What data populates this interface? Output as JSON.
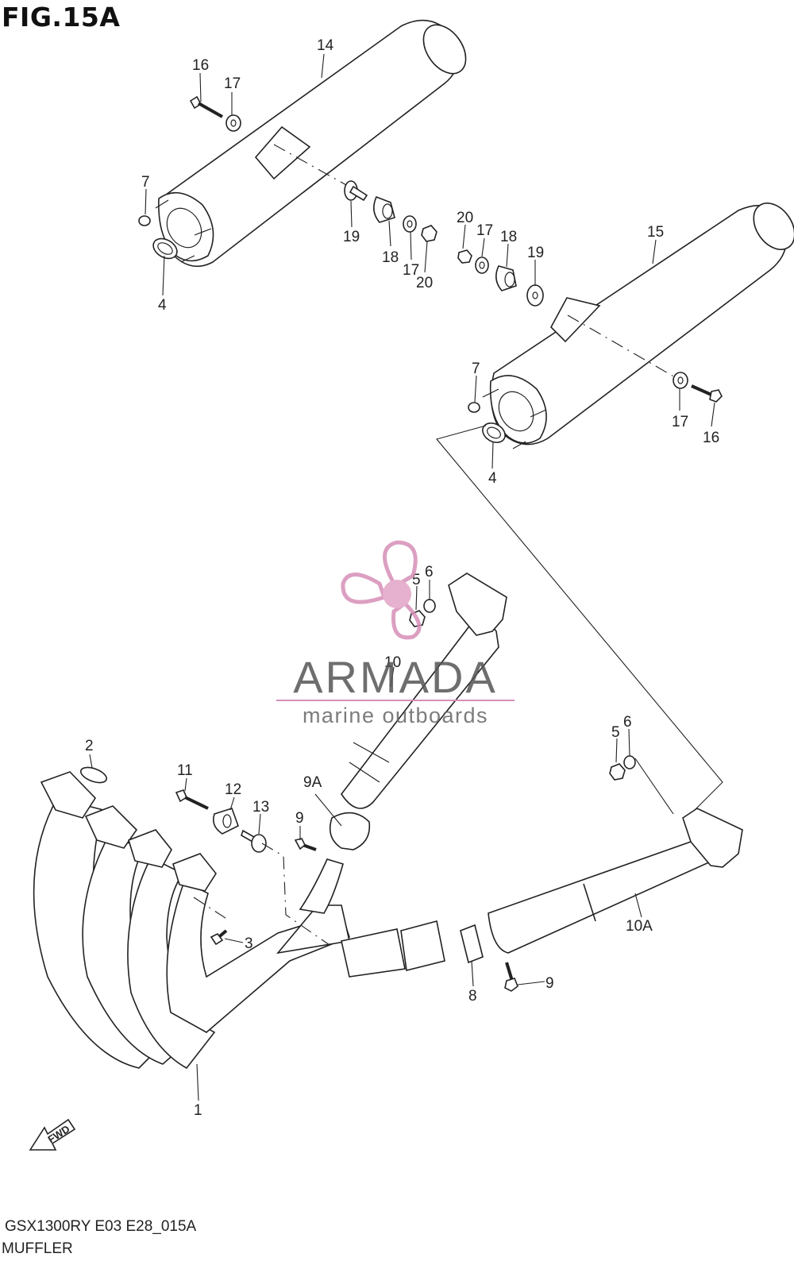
{
  "figure": {
    "title": "FIG.15A",
    "model_code": "GSX1300RY E03 E28_015A",
    "section_name": "MUFFLER"
  },
  "watermark": {
    "brand": "ARMADA",
    "tagline": "marine outboards",
    "accent_color": "#d68fb7"
  },
  "fwd_label": "FWD",
  "callouts": {
    "c14": "14",
    "c16a": "16",
    "c17a": "17",
    "c7a": "7",
    "c4a": "4",
    "c19a": "19",
    "c18a": "18",
    "c17b": "17",
    "c20a": "20",
    "c20b": "20",
    "c17c": "17",
    "c18b": "18",
    "c19b": "19",
    "c15": "15",
    "c7b": "7",
    "c4b": "4",
    "c17d": "17",
    "c16b": "16",
    "c5a": "5",
    "c6a": "6",
    "c10": "10",
    "c5b": "5",
    "c6b": "6",
    "c2": "2",
    "c11": "11",
    "c12": "12",
    "c13": "13",
    "c9a": "9",
    "c9A": "9A",
    "c3": "3",
    "c1": "1",
    "c8": "8",
    "c9b": "9",
    "c10A": "10A"
  }
}
